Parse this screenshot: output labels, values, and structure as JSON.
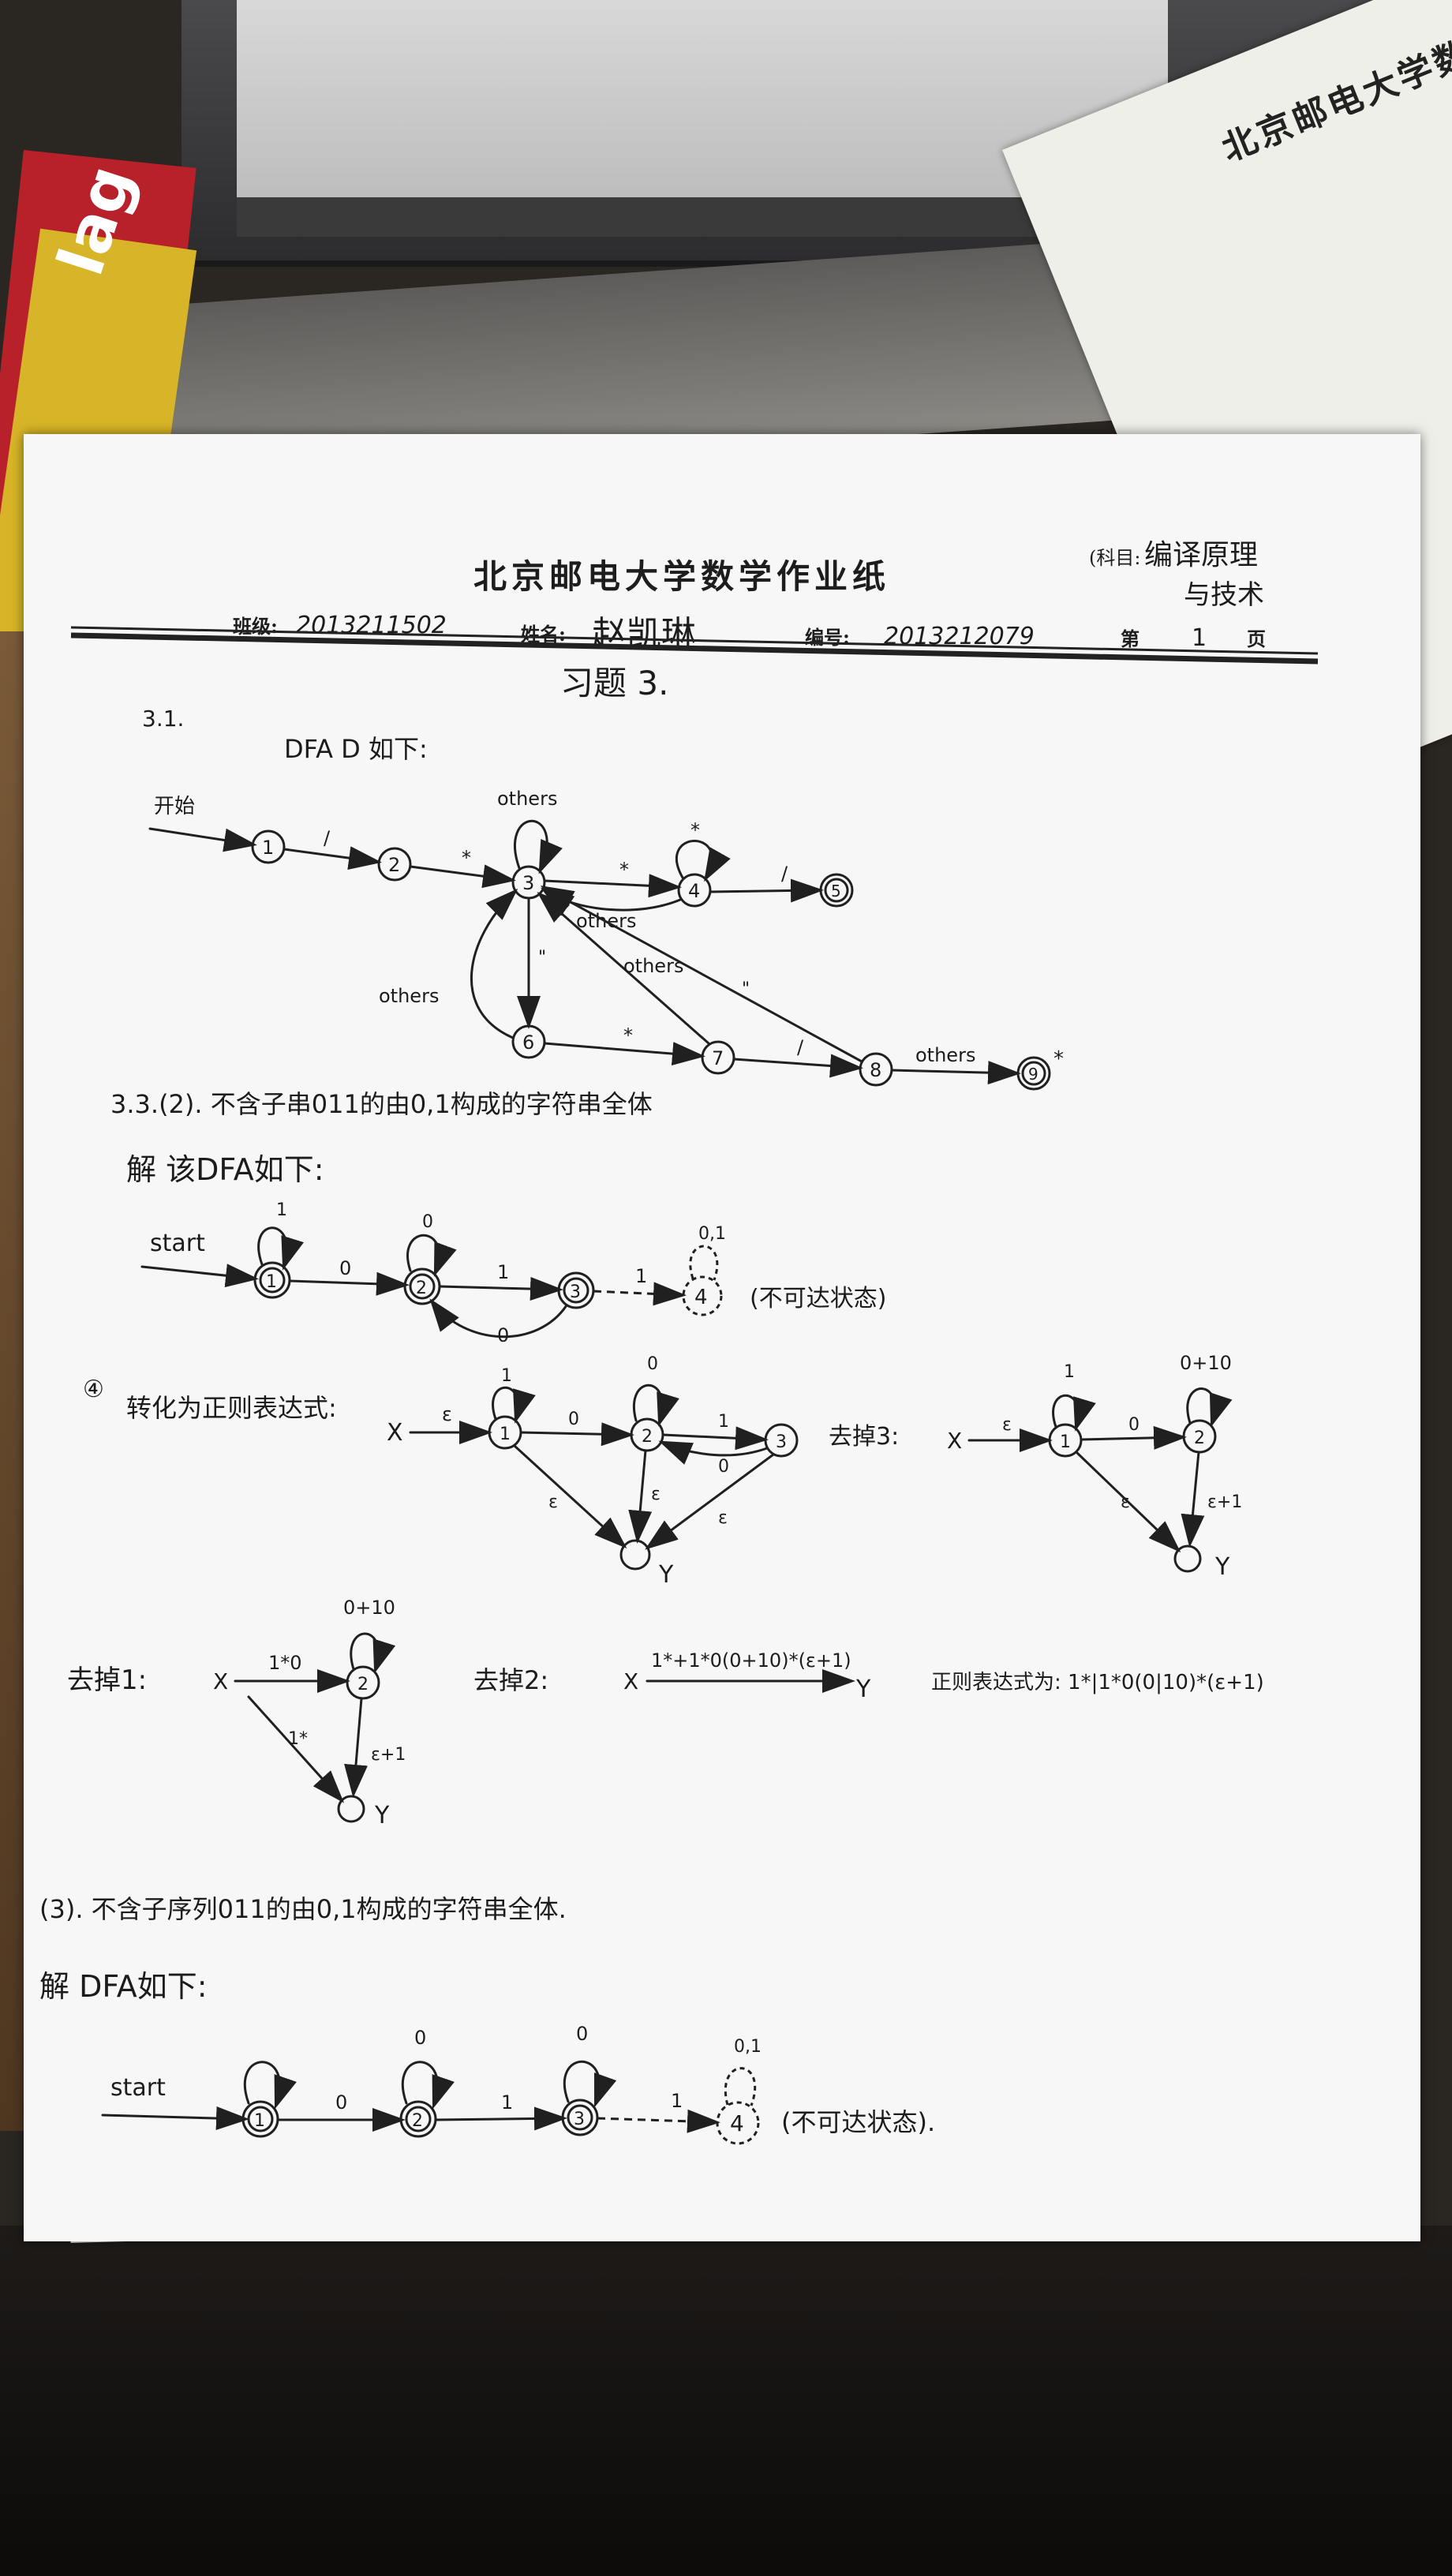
{
  "background": {
    "book_label": "lag",
    "right_paper_header": "北京邮电大学数"
  },
  "header": {
    "title": "北京邮电大学数学作业纸",
    "subject_label": "(科目:",
    "subject_value_1": "编译原理",
    "subject_value_2": "与技术",
    "class_label": "班级:",
    "class_value": "2013211502",
    "name_label": "姓名:",
    "name_value": "赵凯琳",
    "number_label": "编号:",
    "number_value": "2013212079",
    "page_label_1": "第",
    "page_value": "1",
    "page_label_2": "页"
  },
  "exercise_title": "习题 3.",
  "q31": {
    "label": "3.1.",
    "text": "DFA  D  如下:",
    "start": "开始",
    "states": [
      "1",
      "2",
      "3",
      "4",
      "5",
      "6",
      "7",
      "8",
      "9"
    ],
    "edges": {
      "e12": "/",
      "e23": "*",
      "self3": "others",
      "e34": "*",
      "self4": "*",
      "e45": "/",
      "e43": "others",
      "e36": "\"",
      "e63": "others",
      "e67": "*",
      "e73": "others",
      "e78": "/",
      "e83": "\"",
      "e89": "others"
    },
    "star": "*"
  },
  "q33a": {
    "label": "3.3.(2). 不含子串011的由0,1构成的字符串全体",
    "solution": "解 该DFA如下:",
    "start": "start",
    "states": [
      "1",
      "2",
      "3",
      "4"
    ],
    "labels": {
      "self1": "1",
      "self2": "0",
      "e12": "0",
      "e23": "1",
      "e32": "0",
      "e34": "1",
      "self4": "0,1"
    },
    "note": "(不可达状态)"
  },
  "convert": {
    "circle": "④",
    "text": "转化为正则表达式:",
    "x": "X",
    "y": "Y",
    "eps": "ε",
    "d1": {
      "self1": "1",
      "self2": "0",
      "e12": "0",
      "e23": "1",
      "e32": "0",
      "s1": "1",
      "s2": "2",
      "s3": "3"
    },
    "remove3": "去掉3:",
    "d2": {
      "self1": "1",
      "self2": "0+10",
      "e12": "0",
      "eps_y": "ε+1"
    },
    "remove1": "去掉1:",
    "d3": {
      "e_x2": "1*0",
      "self2": "0+10",
      "e_xy": "1*",
      "e2y": "ε+1",
      "s2": "2"
    },
    "remove2": "去掉2:",
    "d4": {
      "label": "1*+1*0(0+10)*(ε+1)"
    },
    "result": "正则表达式为: 1*|1*0(0|10)*(ε+1)"
  },
  "q33b": {
    "label": "(3). 不含子序列011的由0,1构成的字符串全体.",
    "solution": "解  DFA如下:",
    "start": "start",
    "states": [
      "1",
      "2",
      "3",
      "4"
    ],
    "labels": {
      "self2": "0",
      "self3": "0",
      "e12": "0",
      "e23": "1",
      "e34": "1",
      "self4": "0,1"
    },
    "note": "(不可达状态)."
  }
}
